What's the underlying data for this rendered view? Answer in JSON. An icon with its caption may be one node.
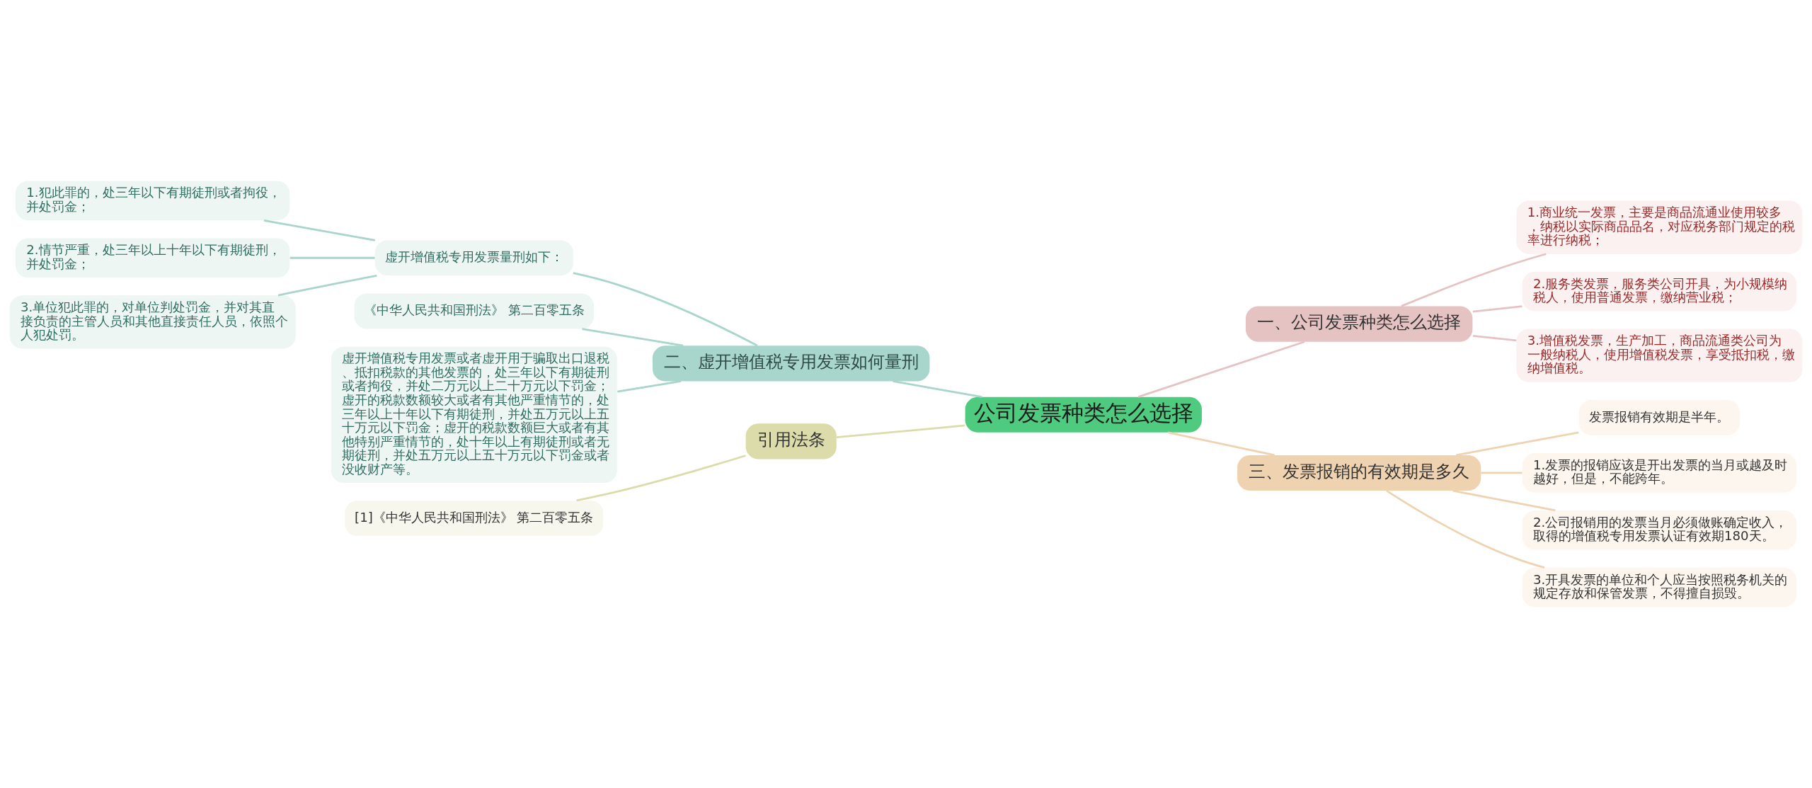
{
  "diagram": {
    "nodes": [
      {
        "text": [
          "公司发票种类怎么选择"
        ]
      },
      {
        "text": [
          "二、虚开增值税专用发票如何量刑"
        ]
      },
      {
        "text": [
          "虚开增值税专用发票量刑如下："
        ]
      },
      {
        "text": [
          "1.犯此罪的，处三年以下有期徒刑或者拘役，并处罚金；"
        ]
      },
      {
        "text": [
          "2.情节严重，处三年以上十年以下有期徒刑，并处罚金；"
        ]
      },
      {
        "text": [
          "3.单位犯此罪的，对单位判处罚金，并对其直接负责的主管人员和其他直接责任人员，依照个人犯处罚。"
        ]
      },
      {
        "text": [
          "《中华人民共和国刑法》 第二百零五条"
        ]
      },
      {
        "text": [
          "虚开增值税专用发票或者虚开用于骗取出口退税、抵扣税款的其他发票的，处三年以下有期徒刑或者拘役，并处二万元以上二十万元以下罚金；虚开的税款数额较大或者有其他严重情节的，处三年以上十年以下有期徒刑，并处五万元以上五十万元以下罚金；虚开的税款数额巨大或者有其他特别严重情节的，处十年以上有期徒刑或者无期徒刑，并处五万元以上五十万元以下罚金或者没收财产等。"
        ]
      },
      {
        "text": [
          "引用法条"
        ]
      },
      {
        "text": [
          "[1]《中华人民共和国刑法》 第二百零五条"
        ]
      },
      {
        "text": [
          "一、公司发票种类怎么选择"
        ]
      },
      {
        "text": [
          "1.商业统一发票，主要是商品流通业使用较多，纳税以实际商品品名，对应税务部门规定的税率进行纳税；"
        ]
      },
      {
        "text": [
          "2.服务类发票，服务类公司开具，为小规模纳税人，使用普通发票，缴纳营业税；"
        ]
      },
      {
        "text": [
          "3.增值税发票，生产加工，商品流通类公司为一般纳税人，使用增值税发票，享受抵扣税，缴纳增值税。"
        ]
      },
      {
        "text": [
          "三、发票报销的有效期是多久"
        ]
      },
      {
        "text": [
          "发票报销有效期是半年。"
        ]
      },
      {
        "text": [
          "1.发票的报销应该是开出发票的当月或越及时越好，但是，不能跨年。"
        ]
      },
      {
        "text": [
          "2.公司报销用的发票当月必须做账确定收入，取得的增值税专用发票认证有效期180天。"
        ]
      },
      {
        "text": [
          "3.开具发票的单位和个人应当按照税务机关的规定存放和保管发票，不得擅自损毁。"
        ]
      }
    ],
    "edges": [
      {
        "from": 0,
        "to": 1,
        "arrow": "none",
        "color": "#a8d5cc"
      },
      {
        "from": 1,
        "to": 2,
        "arrow": "none",
        "color": "#a8d5cc"
      },
      {
        "from": 2,
        "to": 3,
        "arrow": "none",
        "color": "#a8d5cc"
      },
      {
        "from": 2,
        "to": 4,
        "arrow": "none",
        "color": "#a8d5cc"
      },
      {
        "from": 2,
        "to": 5,
        "arrow": "none",
        "color": "#a8d5cc"
      },
      {
        "from": 1,
        "to": 6,
        "arrow": "none",
        "color": "#a8d5cc"
      },
      {
        "from": 1,
        "to": 7,
        "arrow": "none",
        "color": "#a8d5cc"
      },
      {
        "from": 0,
        "to": 8,
        "arrow": "none",
        "color": "#dcdcaa"
      },
      {
        "from": 8,
        "to": 9,
        "arrow": "none",
        "color": "#dcdcaa"
      },
      {
        "from": 0,
        "to": 10,
        "arrow": "none",
        "color": "#e6c3c3"
      },
      {
        "from": 10,
        "to": 11,
        "arrow": "none",
        "color": "#e6c3c3"
      },
      {
        "from": 10,
        "to": 12,
        "arrow": "none",
        "color": "#e6c3c3"
      },
      {
        "from": 10,
        "to": 13,
        "arrow": "none",
        "color": "#e6c3c3"
      },
      {
        "from": 0,
        "to": 14,
        "arrow": "none",
        "color": "#efd3b0"
      },
      {
        "from": 14,
        "to": 15,
        "arrow": "none",
        "color": "#efd3b0"
      },
      {
        "from": 14,
        "to": 16,
        "arrow": "none",
        "color": "#efd3b0"
      },
      {
        "from": 14,
        "to": 17,
        "arrow": "none",
        "color": "#efd3b0"
      },
      {
        "from": 14,
        "to": 18,
        "arrow": "none",
        "color": "#efd3b0"
      }
    ]
  }
}
